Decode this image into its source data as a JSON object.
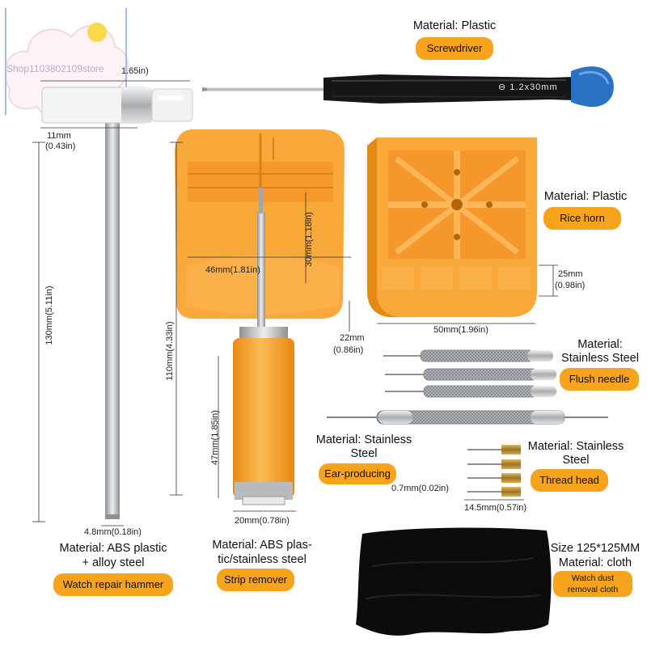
{
  "watermark": {
    "text": "Shop1103802109store"
  },
  "colors": {
    "accent_orange": "#f7a31c",
    "tool_orange": "#f9a93a",
    "handle_blue": "#2a72c4",
    "handle_black": "#161616",
    "steel": "#c9ccce",
    "cloth_black": "#0c0c0c"
  },
  "screwdriver": {
    "material": "Material: Plastic",
    "label": "Screwdriver",
    "handle_text": "⊖ 1.2x30mm"
  },
  "hammer": {
    "material_line1": "Material: ABS plastic",
    "material_line2": "+ alloy steel",
    "label": "Watch repair hammer",
    "dim_head_length": "1.65in)",
    "dim_head_diameter_mm": "11mm",
    "dim_head_diameter_in": "(0.43in)",
    "dim_length": "130mm(5.11in)",
    "dim_shaft": "4.8mm(0.18in)"
  },
  "strip_remover": {
    "material_line1": "Material: ABS plas-",
    "material_line2": "tic/stainless steel",
    "label": "Strip remover",
    "dim_width": "46mm(1.81in)",
    "dim_height": "30mm(1.18in)",
    "dim_total": "110mm(4.33in)",
    "dim_gap_mm": "22mm",
    "dim_gap_in": "(0.86in)",
    "dim_handle": "47mm(1.85in)",
    "dim_handle_width": "20mm(0.78in)"
  },
  "rice_horn": {
    "material": "Material: Plastic",
    "label": "Rice horn",
    "dim_width": "50mm(1.96in)",
    "dim_height_mm": "25mm",
    "dim_height_in": "(0.98in)"
  },
  "flush_needle": {
    "material_line1": "Material:",
    "material_line2": "Stainless Steel",
    "label": "Flush needle"
  },
  "ear_producing": {
    "material_line1": "Material: Stainless",
    "material_line2": "Steel",
    "label": "Ear-producing"
  },
  "thread_head": {
    "material_line1": "Material: Stainless",
    "material_line2": "Steel",
    "label": "Thread head",
    "dim_tip": "0.7mm(0.02in)",
    "dim_length": "14.5mm(0.57in)"
  },
  "dust_cloth": {
    "size": "Size 125*125MM",
    "material": "Material: cloth",
    "label_line1": "Watch dust",
    "label_line2": "removal cloth"
  }
}
